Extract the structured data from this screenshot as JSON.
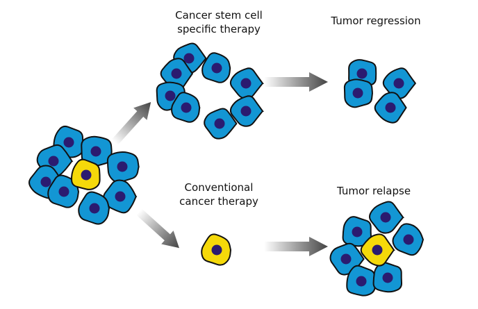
{
  "labels": {
    "top_therapy_line1": "Cancer stem cell",
    "top_therapy_line2": "specific therapy",
    "top_outcome": "Tumor regression",
    "bottom_therapy_line1": "Conventional",
    "bottom_therapy_line2": "cancer therapy",
    "bottom_outcome": "Tumor relapse"
  },
  "colors": {
    "cancer_cell": "#1396d4",
    "stem_cell": "#f5d90a",
    "nucleus": "#2b1b70",
    "outline": "#111111"
  }
}
